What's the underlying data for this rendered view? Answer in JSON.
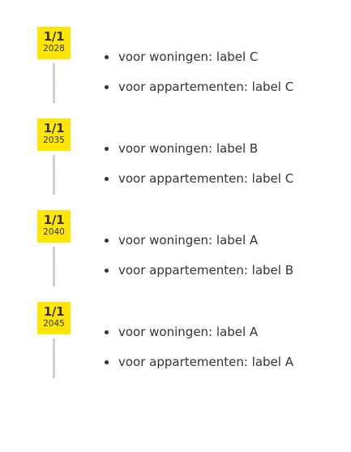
{
  "milestones": [
    {
      "date": "1/1",
      "year": "2028",
      "items": [
        "voor woningen: label C",
        "voor appartementen: label C"
      ]
    },
    {
      "date": "1/1",
      "year": "2035",
      "items": [
        "voor woningen: label B",
        "voor appartementen: label C"
      ]
    },
    {
      "date": "1/1",
      "year": "2040",
      "items": [
        "voor woningen: label A",
        "voor appartementen: label B"
      ]
    },
    {
      "date": "1/1",
      "year": "2045",
      "items": [
        "voor woningen: label A",
        "voor appartementen: label A"
      ]
    }
  ],
  "colors": {
    "badge": "#ffe600",
    "connector": "#cbd2d9",
    "text": "#333333"
  }
}
